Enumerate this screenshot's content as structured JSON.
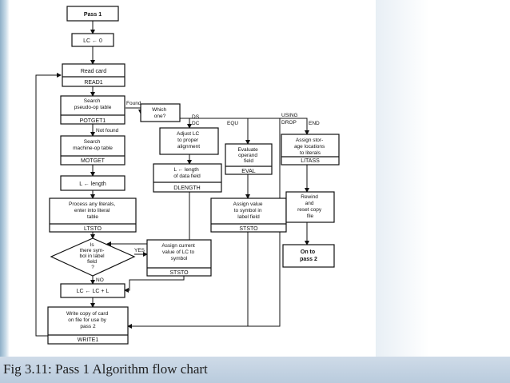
{
  "colors": {
    "accent": "#b9cbdd",
    "line": "#111111"
  },
  "caption": "Fig 3.11: Pass 1 Algorithm flow chart",
  "nodes": {
    "pass1": "Pass 1",
    "lc_init": "LC ← 0",
    "read_card": [
      "Read card"
    ],
    "read_card_id": "READ1",
    "search_pseudo": [
      "Search",
      "pseudo-op table"
    ],
    "search_pseudo_id": "POTGET1",
    "which_one": [
      "Which",
      "one?"
    ],
    "search_machine": [
      "Search",
      "machine-op table"
    ],
    "search_machine_id": "MOTGET",
    "length": "L ← length",
    "process_literals": [
      "Process any literals,",
      "enter into literal",
      "table"
    ],
    "process_literals_id": "LTSTO",
    "symbol_decision": [
      "Is",
      "there sym-",
      "bol in label",
      "field",
      "?"
    ],
    "assign_lc": [
      "Assign current",
      "value of LC to",
      "symbol"
    ],
    "assign_lc_id": "STSTO",
    "lc_update": "LC ← LC + L",
    "write_card": [
      "Write copy of card",
      "on file for use by",
      "pass 2"
    ],
    "write_card_id": "WRITE1",
    "adjust_lc": [
      "Adjust LC",
      "to proper",
      "alignment"
    ],
    "length_data": [
      "L ← length",
      "of data field"
    ],
    "length_data_id": "DLENGTH",
    "evaluate": [
      "Evaluate",
      "operand",
      "field"
    ],
    "evaluate_id": "EVAL",
    "assign_value": [
      "Assign value",
      "to symbol in",
      "label field"
    ],
    "assign_value_id": "STSTO",
    "assign_storage": [
      "Assign stor-",
      "age locations",
      "to literals"
    ],
    "assign_storage_id": "LITASS",
    "rewind": [
      "Rewind",
      "and",
      "reset copy",
      "file"
    ],
    "on_to_pass2": [
      "On to",
      "pass 2"
    ]
  },
  "edge_labels": {
    "found": "Found",
    "not_found": "Not found",
    "ds": "DS",
    "dc": "DC",
    "equ": "EQU",
    "using": "USING",
    "drop": "DROP",
    "end": "END",
    "yes": "YES",
    "no": "NO"
  }
}
